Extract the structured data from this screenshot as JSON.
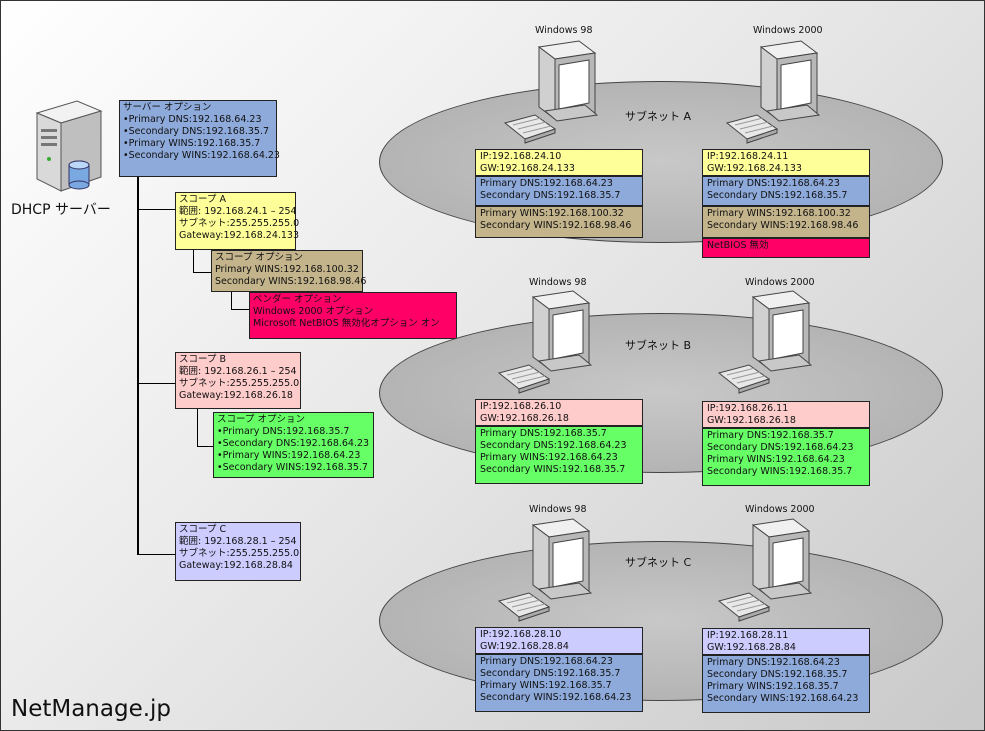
{
  "server": {
    "label": "DHCP サーバー",
    "options": {
      "title": "サーバー オプション",
      "lines": [
        "•Primary DNS:192.168.64.23",
        "•Secondary DNS:192.168.35.7",
        "•Primary WINS:192.168.35.7",
        "•Secondary WINS:192.168.64.23"
      ]
    }
  },
  "scopes": [
    {
      "title": "スコープ A",
      "lines": [
        "範囲: 192.168.24.1 – 254",
        "サブネット:255.255.255.0",
        "Gateway:192.168.24.133"
      ],
      "options": {
        "title": "スコープ オプション",
        "lines": [
          "Primary WINS:192.168.100.32",
          "Secondary WINS:192.168.98.46"
        ]
      },
      "vendor": {
        "title": "ベンダー オプション",
        "lines": [
          "Windows 2000 オプション",
          "Microsoft NetBIOS 無効化オプション オン"
        ]
      }
    },
    {
      "title": "スコープ B",
      "lines": [
        "範囲: 192.168.26.1 – 254",
        "サブネット:255.255.255.0",
        "Gateway:192.168.26.18"
      ],
      "options": {
        "title": "スコープ オプション",
        "lines": [
          "•Primary DNS:192.168.35.7",
          "•Secondary DNS:192.168.64.23",
          "•Primary WINS:192.168.64.23",
          "•Secondary WINS:192.168.35.7"
        ]
      }
    },
    {
      "title": "スコープ C",
      "lines": [
        "範囲: 192.168.28.1 – 254",
        "サブネット:255.255.255.0",
        "Gateway:192.168.28.84"
      ]
    }
  ],
  "subnets": [
    {
      "label": "サブネット A",
      "clients": [
        {
          "os": "Windows 98",
          "ip": [
            "IP:192.168.24.10",
            "GW:192.168.24.133"
          ],
          "dns": [
            "Primary DNS:192.168.64.23",
            "Secondary DNS:192.168.35.7"
          ],
          "wins": [
            "Primary WINS:192.168.100.32",
            "Secondary WINS:192.168.98.46"
          ]
        },
        {
          "os": "Windows 2000",
          "ip": [
            "IP:192.168.24.11",
            "GW:192.168.24.133"
          ],
          "dns": [
            "Primary DNS:192.168.64.23",
            "Secondary DNS:192.168.35.7"
          ],
          "wins": [
            "Primary WINS:192.168.100.32",
            "Secondary WINS:192.168.98.46"
          ],
          "netbios": "NetBIOS 無効"
        }
      ]
    },
    {
      "label": "サブネット B",
      "clients": [
        {
          "os": "Windows 98",
          "ip": [
            "IP:192.168.26.10",
            "GW:192.168.26.18"
          ],
          "opts": [
            "Primary DNS:192.168.35.7",
            "Secondary DNS:192.168.64.23",
            "Primary WINS:192.168.64.23",
            "Secondary WINS:192.168.35.7"
          ]
        },
        {
          "os": "Windows 2000",
          "ip": [
            "IP:192.168.26.11",
            "GW:192.168.26.18"
          ],
          "opts": [
            "Primary DNS:192.168.35.7",
            "Secondary DNS:192.168.64.23",
            "Primary WINS:192.168.64.23",
            "Secondary WINS:192.168.35.7"
          ]
        }
      ]
    },
    {
      "label": "サブネット C",
      "clients": [
        {
          "os": "Windows 98",
          "ip": [
            "IP:192.168.28.10",
            "GW:192.168.28.84"
          ],
          "opts": [
            "Primary DNS:192.168.64.23",
            "Secondary DNS:192.168.35.7",
            "Primary WINS:192.168.35.7",
            "Secondary WINS:192.168.64.23"
          ]
        },
        {
          "os": "Windows 2000",
          "ip": [
            "IP:192.168.28.11",
            "GW:192.168.28.84"
          ],
          "opts": [
            "Primary DNS:192.168.64.23",
            "Secondary DNS:192.168.35.7",
            "Primary WINS:192.168.35.7",
            "Secondary WINS:192.168.64.23"
          ]
        }
      ]
    }
  ],
  "brand": "NetManage.jp",
  "colors": {
    "server_options": "#8eaadb",
    "scope_a": "#ffff99",
    "scope_a_options": "#c4b48c",
    "vendor_options": "#ff0066",
    "scope_b": "#ffcccc",
    "scope_b_options": "#66ff66",
    "scope_c": "#ccccff",
    "dns_section": "#8eaadb",
    "wins_section": "#c4b48c"
  },
  "icons": {
    "server": "server-tower-icon",
    "client": "desktop-computer-icon"
  }
}
